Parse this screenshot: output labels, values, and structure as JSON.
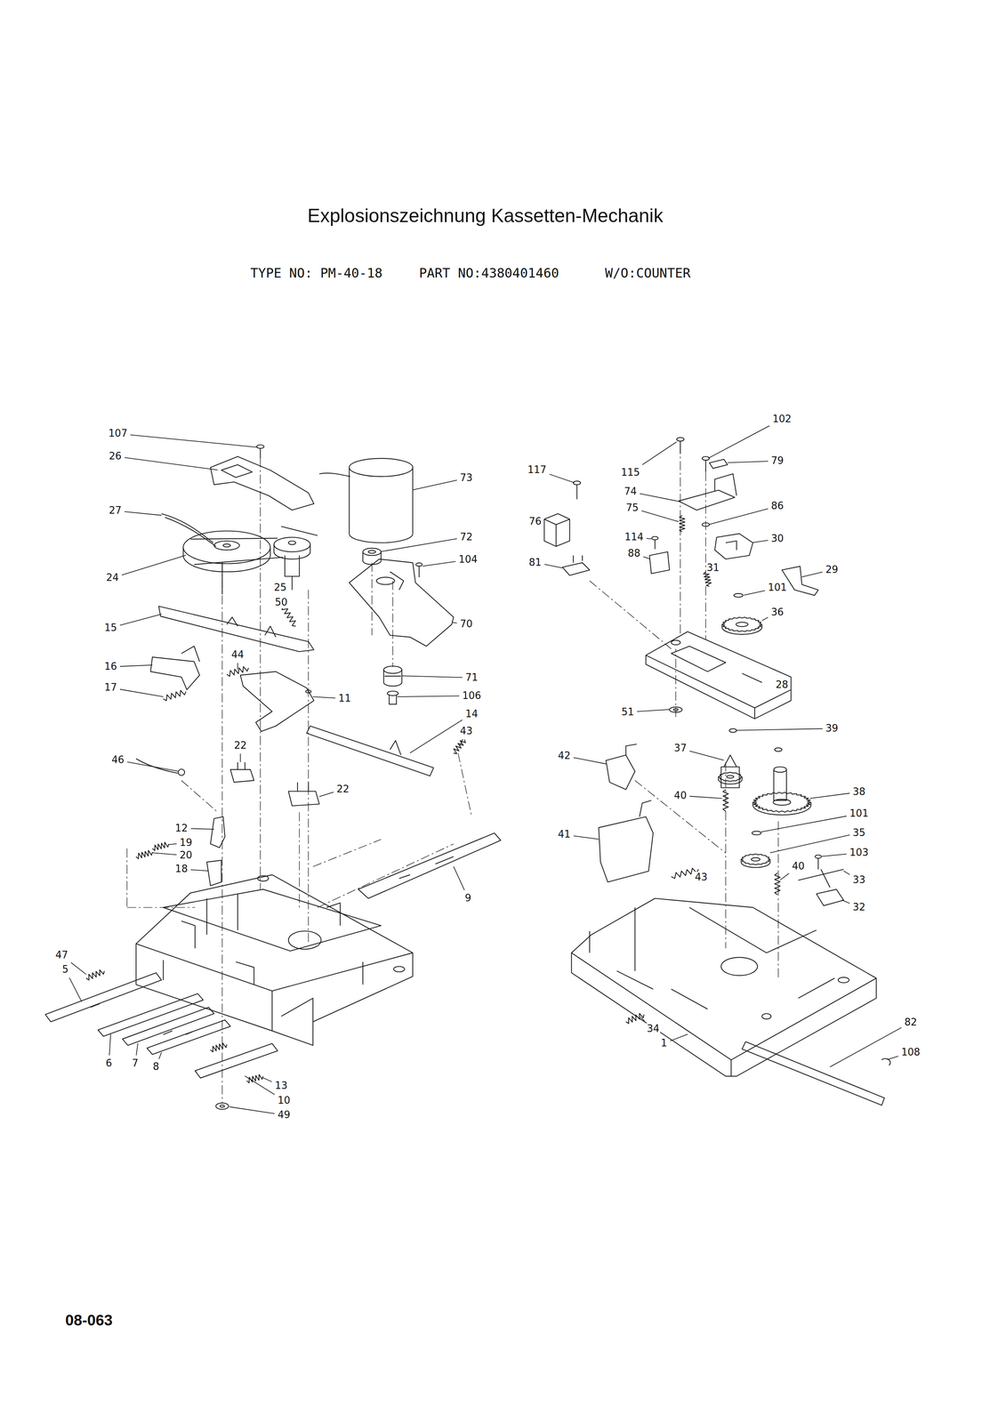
{
  "diagram": {
    "title": "Explosionszeichnung Kassetten-Mechanik",
    "labels": [
      "TYPE NO: PM-40-18",
      "PART NO:4380401460",
      "W/O:COUNTER",
      "08-063",
      "107",
      "26",
      "27",
      "24",
      "25",
      "50",
      "15",
      "16",
      "44",
      "17",
      "11",
      "73",
      "72",
      "104",
      "70",
      "71",
      "106",
      "14",
      "43",
      "46",
      "22",
      "22",
      "12",
      "19",
      "20",
      "18",
      "9",
      "47",
      "5",
      "6",
      "7",
      "8",
      "13",
      "10",
      "49",
      "102",
      "115",
      "79",
      "117",
      "74",
      "75",
      "76",
      "86",
      "114",
      "88",
      "30",
      "81",
      "31",
      "29",
      "101",
      "36",
      "28",
      "51",
      "39",
      "37",
      "42",
      "38",
      "40",
      "101",
      "41",
      "35",
      "103",
      "40",
      "33",
      "43",
      "32",
      "34",
      "1",
      "82",
      "108"
    ]
  }
}
